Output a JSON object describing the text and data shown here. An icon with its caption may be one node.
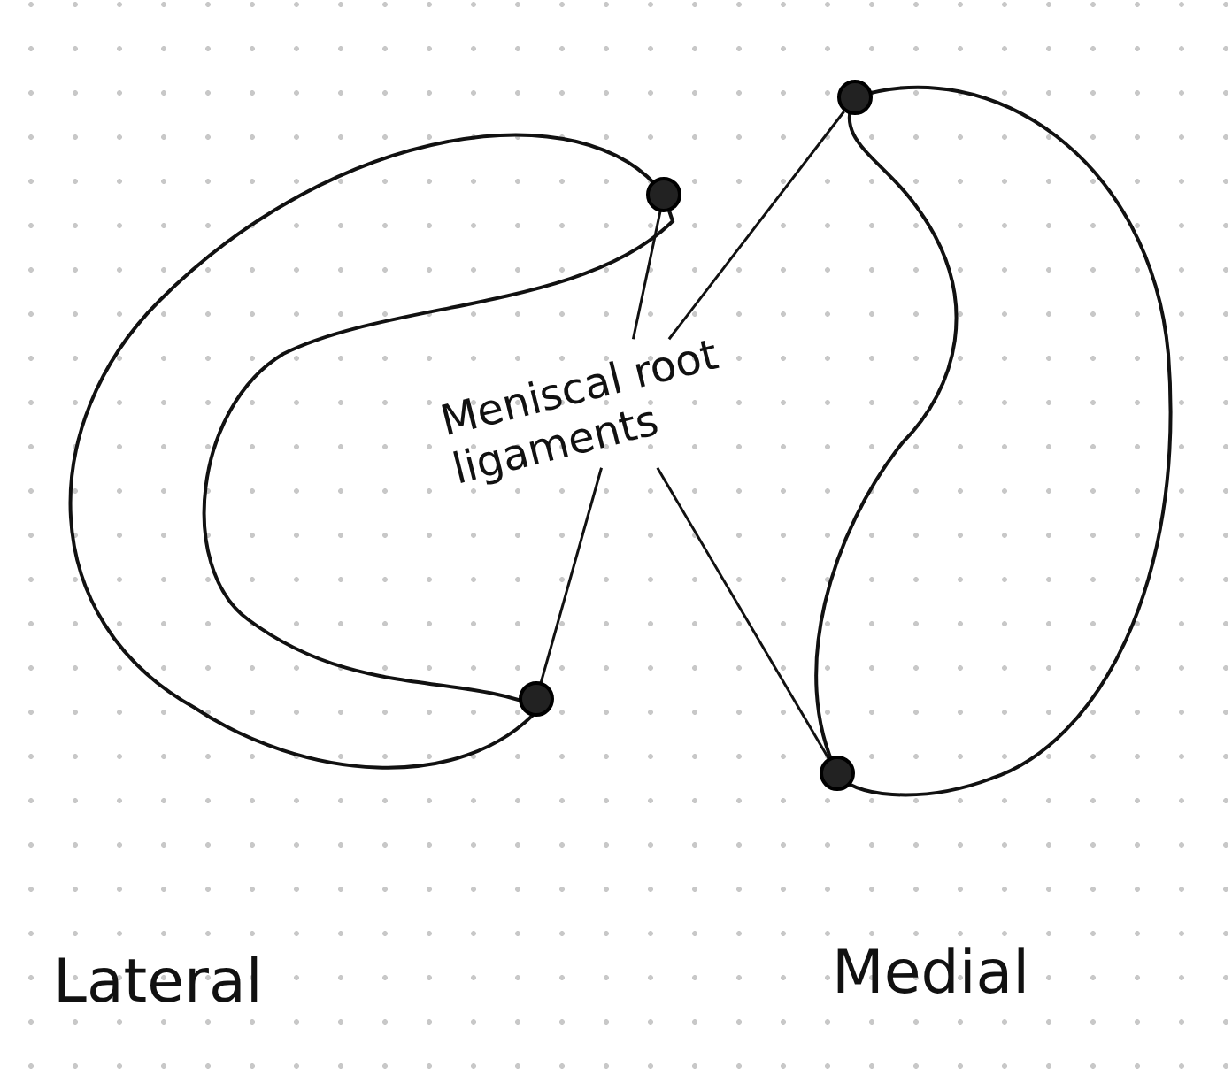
{
  "diagram": {
    "nodes": [
      {
        "text": [
          "Meniscal root ligaments"
        ]
      },
      {
        "text": [],
        "shape": "circle"
      },
      {
        "text": [],
        "shape": "circle"
      },
      {
        "text": [],
        "shape": "circle"
      },
      {
        "text": [],
        "shape": "circle"
      }
    ],
    "edges": [
      {
        "from": 0,
        "to": 1,
        "arrow": "none"
      },
      {
        "from": 0,
        "to": 2,
        "arrow": "none"
      },
      {
        "from": 0,
        "to": 3,
        "arrow": "none"
      },
      {
        "from": 0,
        "to": 4,
        "arrow": "none"
      }
    ],
    "labels": [
      "Lateral",
      "Medial"
    ]
  }
}
